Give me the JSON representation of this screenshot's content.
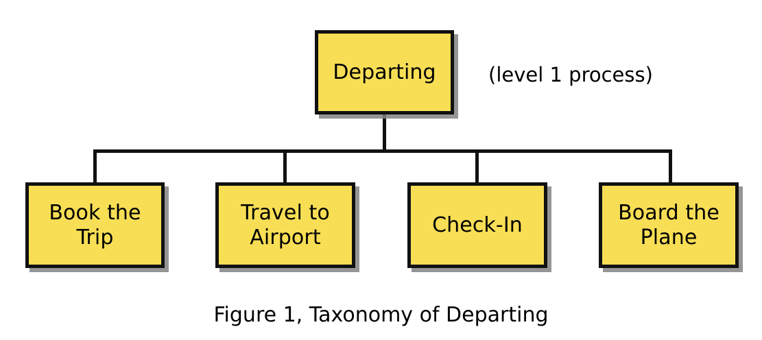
{
  "figure": {
    "caption": "Figure 1, Taxonomy of Departing",
    "background_color": "#FFFFFF"
  },
  "diagram": {
    "type": "tree",
    "node_fill_color": "#F7DE55",
    "node_border_color": "#111111",
    "shadow_color": "#828282",
    "root": {
      "label": "Departing",
      "annotation": "(level 1 process)"
    },
    "children": [
      {
        "label": "Book the\nTrip"
      },
      {
        "label": "Travel to\nAirport"
      },
      {
        "label": "Check-In"
      },
      {
        "label": "Board the\nPlane"
      }
    ]
  }
}
